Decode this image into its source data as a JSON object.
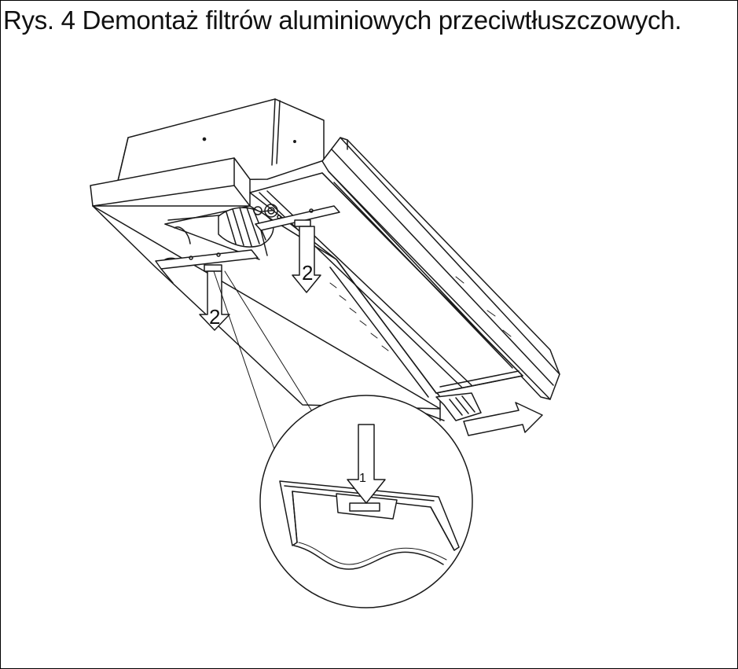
{
  "figure": {
    "caption": "Rys. 4 Demontaż filtrów aluminiowych przeciwtłuszczowych."
  },
  "callouts": {
    "step_2_right": "2",
    "step_2_left": "2",
    "step_1_detail": "1"
  },
  "colors": {
    "line": "#1a1a1a",
    "arrow_fill": "#ffffff",
    "background": "#ffffff"
  }
}
